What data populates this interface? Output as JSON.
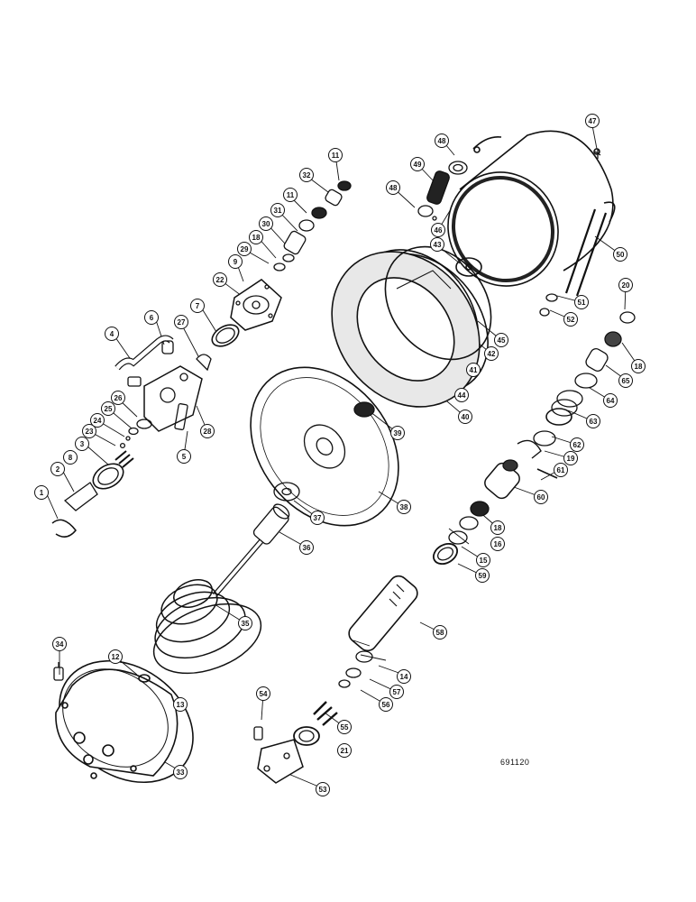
{
  "drawing_number": "691120",
  "labels": {
    "c1": "1",
    "c2": "2",
    "c3": "3",
    "c4": "4",
    "c5": "5",
    "c6": "6",
    "c7": "7",
    "c8": "8",
    "c9": "9",
    "c11a": "11",
    "c11b": "11",
    "c12": "12",
    "c13": "13",
    "c14": "14",
    "c15": "15",
    "c16": "16",
    "c18a": "18",
    "c18b": "18",
    "c18c": "18",
    "c19": "19",
    "c20": "20",
    "c21": "21",
    "c22": "22",
    "c23": "23",
    "c24": "24",
    "c25": "25",
    "c26": "26",
    "c27": "27",
    "c28": "28",
    "c29": "29",
    "c30": "30",
    "c31": "31",
    "c32": "32",
    "c33": "33",
    "c34": "34",
    "c35": "35",
    "c36": "36",
    "c37": "37",
    "c38": "38",
    "c39": "39",
    "c40": "40",
    "c41": "41",
    "c42": "42",
    "c43": "43",
    "c44": "44",
    "c45": "45",
    "c46": "46",
    "c47": "47",
    "c48a": "48",
    "c48b": "48",
    "c49": "49",
    "c50": "50",
    "c51": "51",
    "c52": "52",
    "c53": "53",
    "c54": "54",
    "c55": "55",
    "c56": "56",
    "c57": "57",
    "c58": "58",
    "c59": "59",
    "c60": "60",
    "c61": "61",
    "c62": "62",
    "c63": "63",
    "c64": "64",
    "c65": "65"
  }
}
